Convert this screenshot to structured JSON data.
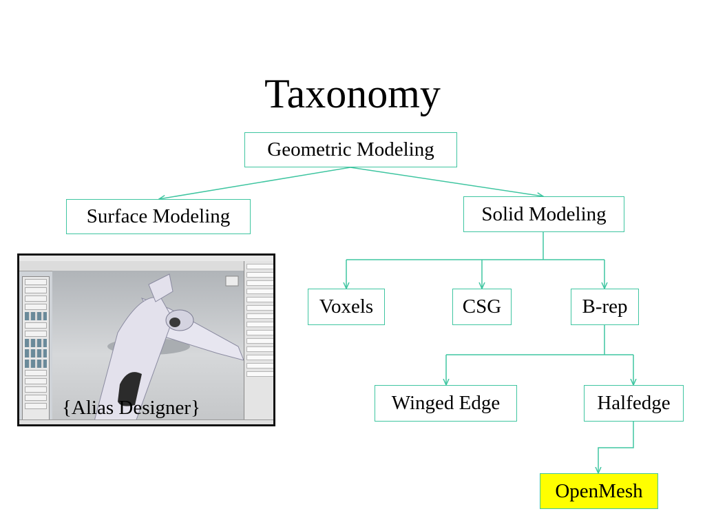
{
  "title": "Taxonomy",
  "nodes": {
    "geometric_modeling": "Geometric Modeling",
    "surface_modeling": "Surface Modeling",
    "solid_modeling": "Solid Modeling",
    "voxels": "Voxels",
    "csg": "CSG",
    "brep": "B-rep",
    "winged_edge": "Winged Edge",
    "halfedge": "Halfedge",
    "openmesh": "OpenMesh"
  },
  "screenshot": {
    "caption": "{Alias Designer}"
  },
  "colors": {
    "connector": "#3ec5a0",
    "highlight": "#ffff00"
  }
}
